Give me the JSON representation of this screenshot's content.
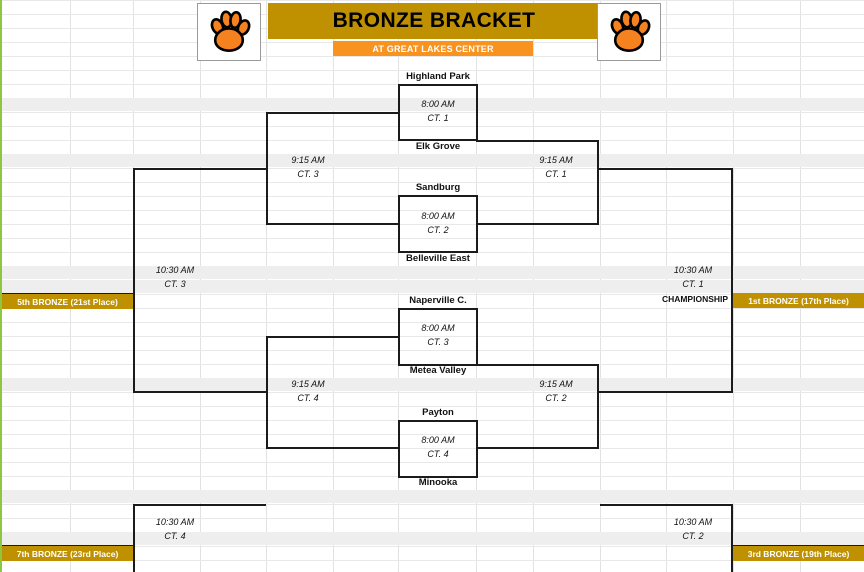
{
  "header": {
    "title": "BRONZE BRACKET",
    "subtitle": "AT GREAT LAKES CENTER",
    "logo_left": "tiger-paw-logo",
    "logo_right": "tiger-paw-logo",
    "gold_color": "#bf9000",
    "orange_color": "#f7931e"
  },
  "teams": {
    "t1": "Highland Park",
    "t2": "Elk Grove",
    "t3": "Sandburg",
    "t4": "Belleville East",
    "t5": "Naperville C.",
    "t6": "Metea Valley",
    "t7": "Payton",
    "t8": "Minooka"
  },
  "matches": {
    "r1m1": {
      "time": "8:00 AM",
      "court": "CT. 1"
    },
    "r1m2": {
      "time": "8:00 AM",
      "court": "CT. 2"
    },
    "r1m3": {
      "time": "8:00 AM",
      "court": "CT. 3"
    },
    "r1m4": {
      "time": "8:00 AM",
      "court": "CT. 4"
    },
    "r2m1": {
      "time": "9:15 AM",
      "court": "CT. 1"
    },
    "r2m2": {
      "time": "9:15 AM",
      "court": "CT. 2"
    },
    "r2l1": {
      "time": "9:15 AM",
      "court": "CT. 3"
    },
    "r2l2": {
      "time": "9:15 AM",
      "court": "CT. 4"
    },
    "final": {
      "time": "10:30 AM",
      "court": "CT. 1",
      "label": "CHAMPIONSHIP"
    },
    "third": {
      "time": "10:30 AM",
      "court": "CT. 2"
    },
    "fifth": {
      "time": "10:30 AM",
      "court": "CT. 3"
    },
    "seventh": {
      "time": "10:30 AM",
      "court": "CT. 4"
    }
  },
  "placements": {
    "first": "1st BRONZE (17th Place)",
    "third": "3rd BRONZE (19th Place)",
    "fifth": "5th BRONZE (21st Place)",
    "seventh": "7th BRONZE (23rd Place)"
  }
}
